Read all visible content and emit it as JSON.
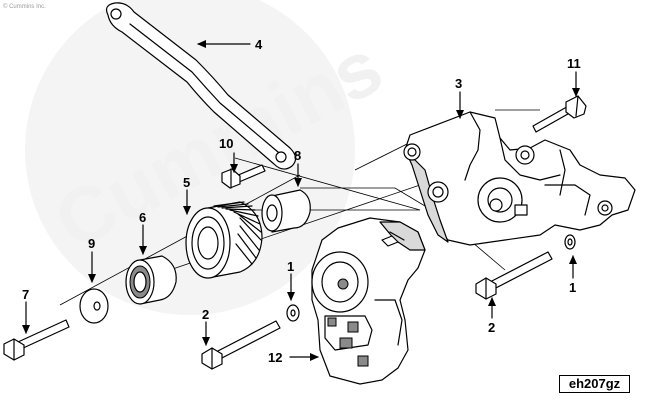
{
  "copyright": "© Cummins Inc.",
  "watermark": "Cummins",
  "figure_id": "eh207gz",
  "callouts": {
    "c1a": "1",
    "c1b": "1",
    "c2a": "2",
    "c2b": "2",
    "c3": "3",
    "c4": "4",
    "c5": "5",
    "c6": "6",
    "c7": "7",
    "c8": "8",
    "c9": "9",
    "c10": "10",
    "c11": "11",
    "c12": "12"
  },
  "colors": {
    "ink": "#000000",
    "paper": "#ffffff",
    "watermark": "#f1f1f1"
  }
}
